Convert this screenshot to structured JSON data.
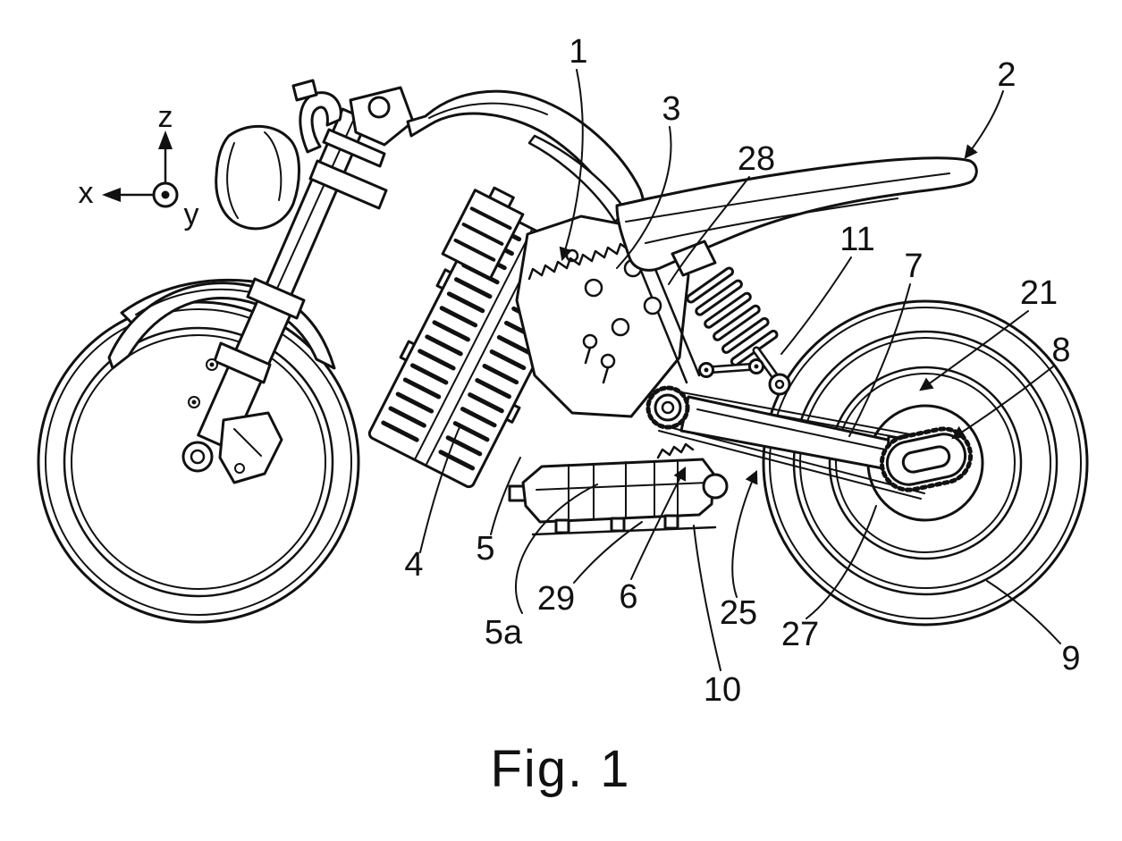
{
  "figure": {
    "caption": "Fig. 1",
    "palette": {
      "background": "#ffffff",
      "ink": "#111111"
    },
    "axis": {
      "z": "z",
      "x": "x",
      "y": "y"
    },
    "labels": [
      {
        "text": "1"
      },
      {
        "text": "3"
      },
      {
        "text": "28"
      },
      {
        "text": "2"
      },
      {
        "text": "11"
      },
      {
        "text": "7"
      },
      {
        "text": "21"
      },
      {
        "text": "8"
      },
      {
        "text": "4"
      },
      {
        "text": "5"
      },
      {
        "text": "5a"
      },
      {
        "text": "29"
      },
      {
        "text": "6"
      },
      {
        "text": "25"
      },
      {
        "text": "27"
      },
      {
        "text": "10"
      },
      {
        "text": "9"
      }
    ]
  }
}
